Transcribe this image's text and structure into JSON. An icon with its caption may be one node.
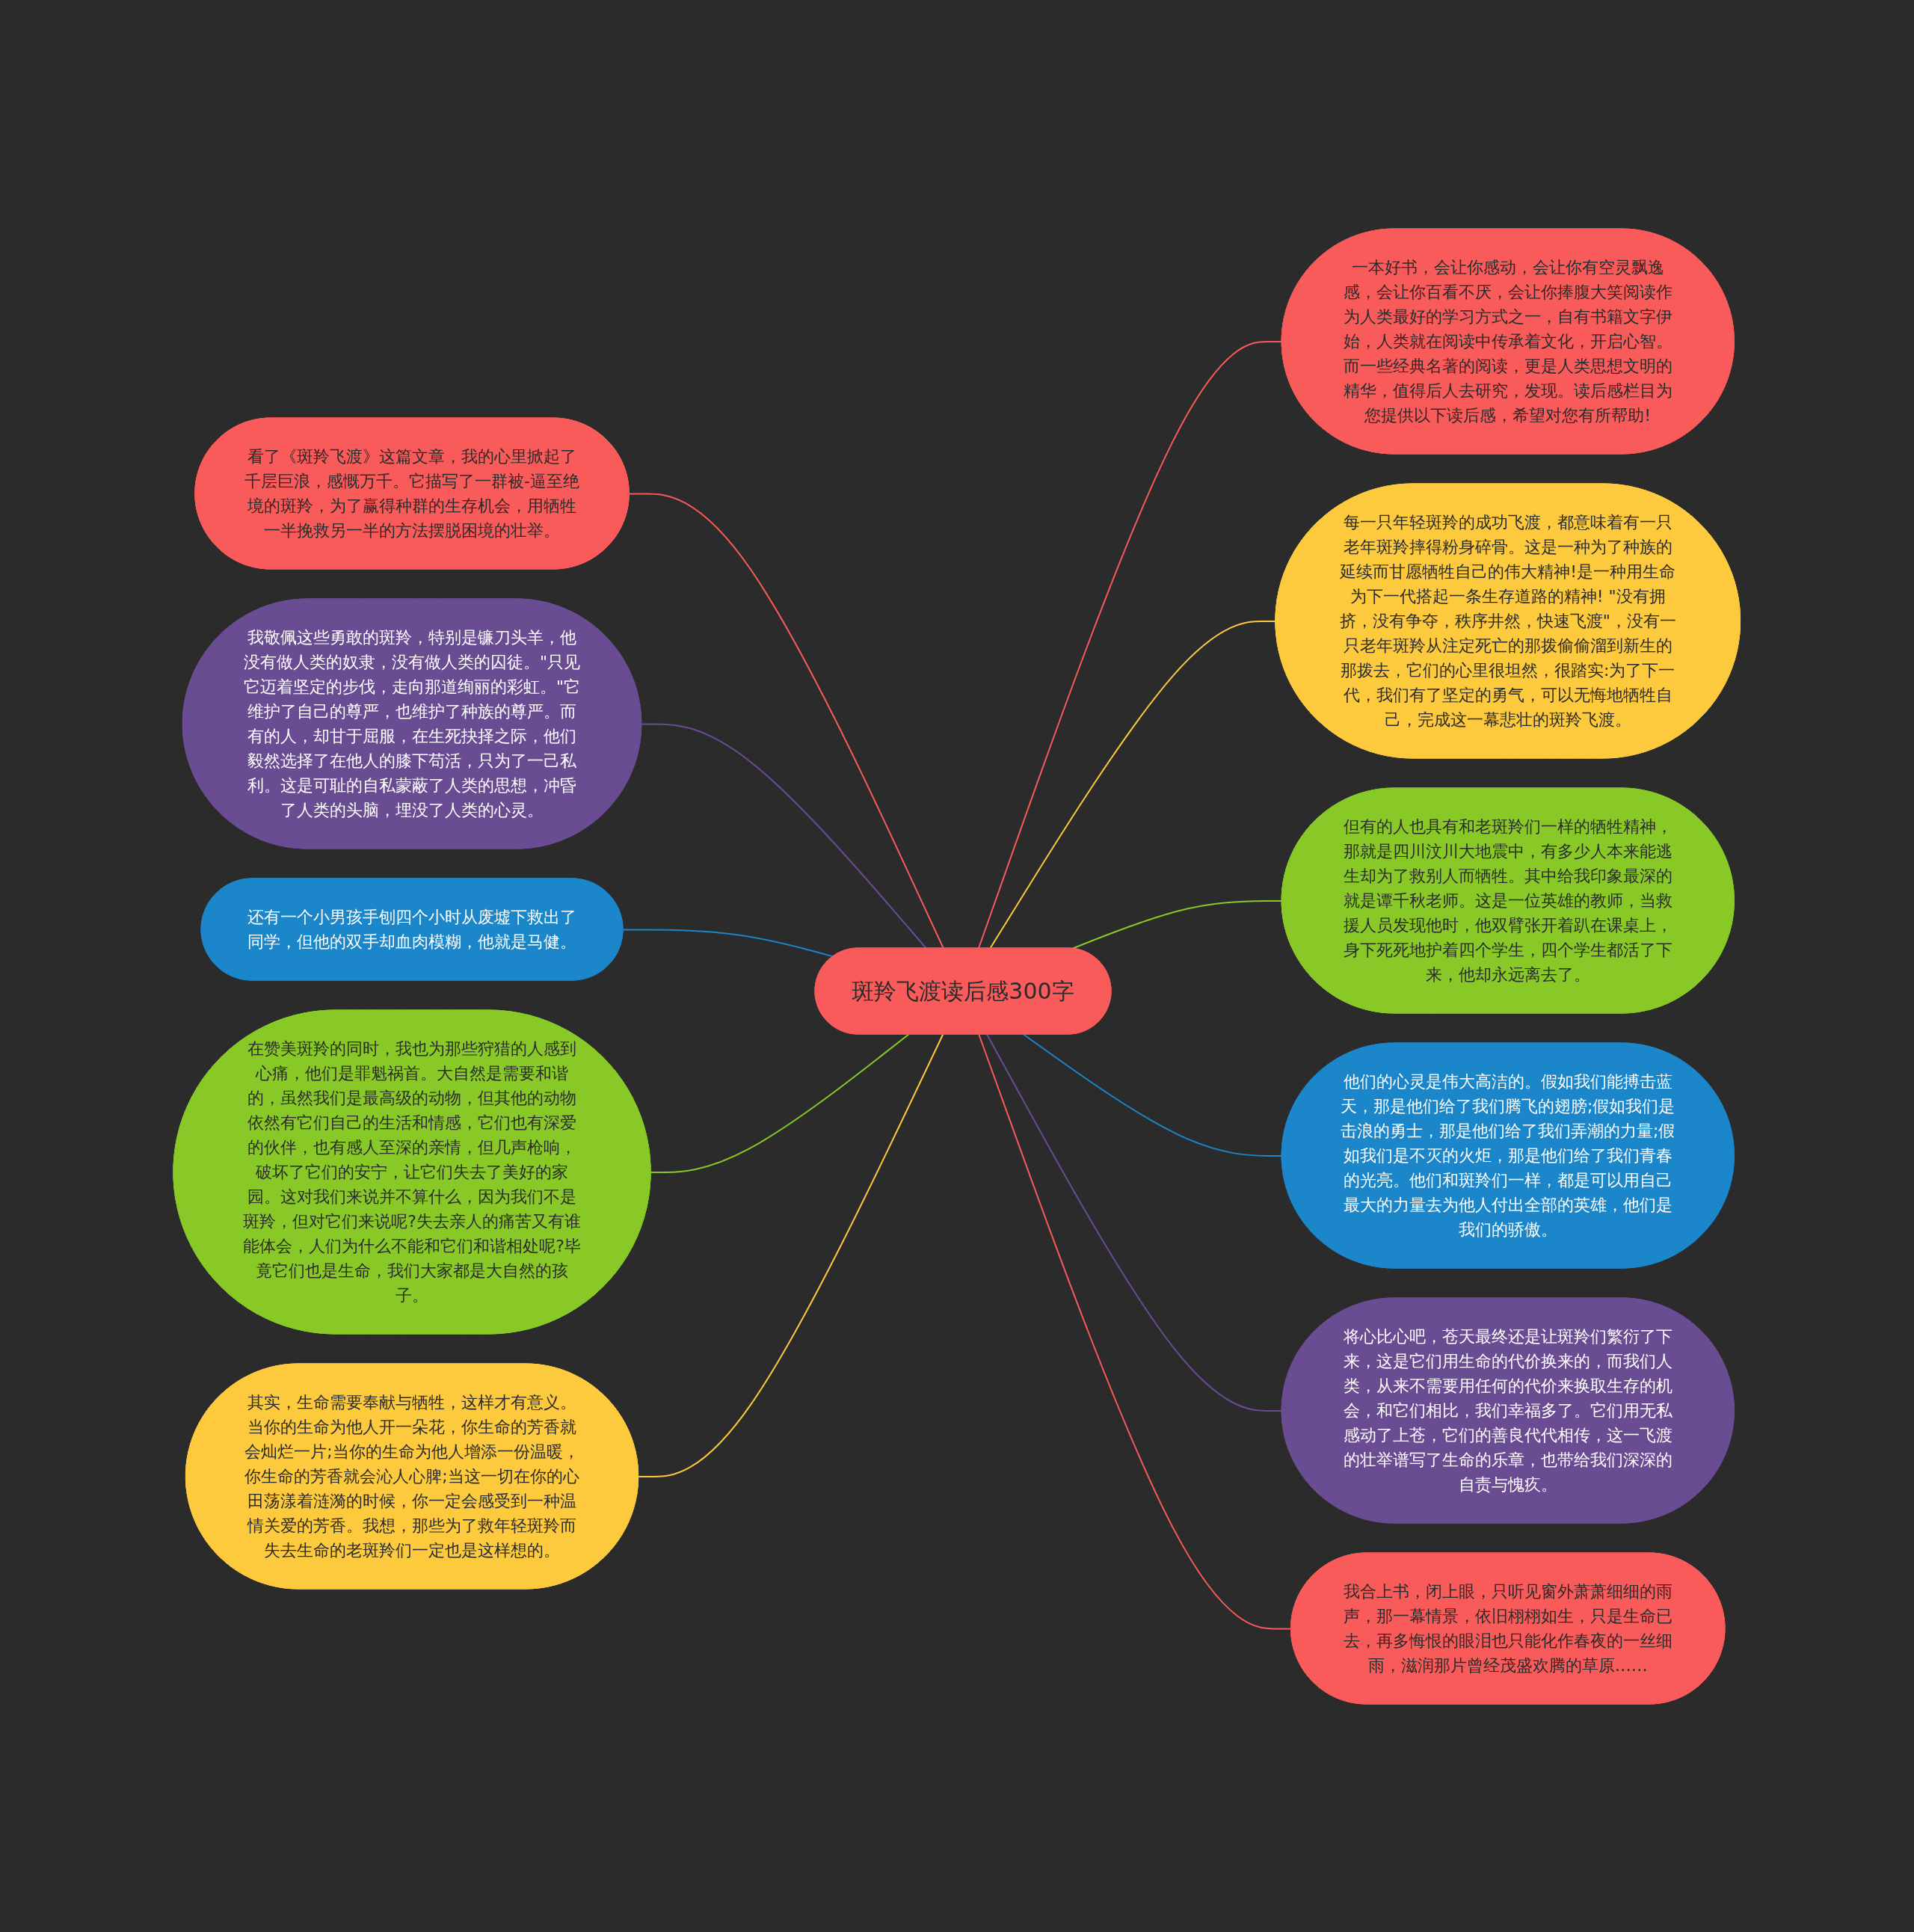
{
  "diagram": {
    "nodes": [
      {
        "text": [
          "斑羚飞渡读后感300字"
        ]
      },
      {
        "text": [
          "一本好书，会让你感动，会让你有空灵飘逸感，会让你百看不厌，会让你捧腹大笑阅读作为人类最好的学习方式之一，自有书籍文字伊始，人类就在阅读中传承着文化，开启心智。而一些经典名著的阅读，更是人类思想文明的精华，值得后人去研究，发现。读后感栏目为您提供以下读后感，希望对您有所帮助!"
        ]
      },
      {
        "text": [
          "每一只年轻斑羚的成功飞渡，都意味着有一只老年斑羚摔得粉身碎骨。这是一种为了种族的延续而甘愿牺牲自己的伟大精神!是一种用生命为下一代搭起一条生存道路的精神! \"没有拥挤，没有争夺，秩序井然，快速飞渡\"，没有一只老年斑羚从注定死亡的那拨偷偷溜到新生的那拨去，它们的心里很坦然，很踏实:为了下一代，我们有了坚定的勇气，可以无悔地牺牲自己，完成这一幕悲壮的斑羚飞渡。"
        ]
      },
      {
        "text": [
          "但有的人也具有和老斑羚们一样的牺牲精神，那就是四川汶川大地震中，有多少人本来能逃生却为了救别人而牺牲。其中给我印象最深的就是谭千秋老师。这是一位英雄的教师，当救援人员发现他时，他双臂张开着趴在课桌上，身下死死地护着四个学生，四个学生都活了下来，他却永远离去了。"
        ]
      },
      {
        "text": [
          "他们的心灵是伟大高洁的。假如我们能搏击蓝天，那是他们给了我们腾飞的翅膀;假如我们是击浪的勇士，那是他们给了我们弄潮的力量;假如我们是不灭的火炬，那是他们给了我们青春的光亮。他们和斑羚们一样，都是可以用自己最大的力量去为他人付出全部的英雄，他们是我们的骄傲。"
        ]
      },
      {
        "text": [
          "将心比心吧，苍天最终还是让斑羚们繁衍了下来，这是它们用生命的代价换来的，而我们人类，从来不需要用任何的代价来换取生存的机会，和它们相比，我们幸福多了。它们用无私感动了上苍，它们的善良代代相传，这一飞渡的壮举谱写了生命的乐章，也带给我们深深的自责与愧疚。"
        ]
      },
      {
        "text": [
          "我合上书，闭上眼，只听见窗外萧萧细细的雨声，那一幕情景，依旧栩栩如生，只是生命已去，再多悔恨的眼泪也只能化作春夜的一丝细雨，滋润那片曾经茂盛欢腾的草原……"
        ]
      },
      {
        "text": [
          "看了《斑羚飞渡》这篇文章，我的心里掀起了千层巨浪，感慨万千。它描写了一群被-逼至绝境的斑羚，为了赢得种群的生存机会，用牺牲一半挽救另一半的方法摆脱困境的壮举。"
        ]
      },
      {
        "text": [
          "我敬佩这些勇敢的斑羚，特别是镰刀头羊，他没有做人类的奴隶，没有做人类的囚徒。\"只见它迈着坚定的步伐，走向那道绚丽的彩虹。\"它维护了自己的尊严，也维护了种族的尊严。而有的人，却甘于屈服，在生死抉择之际，他们毅然选择了在他人的膝下苟活，只为了一己私利。这是可耻的自私蒙蔽了人类的思想，冲昏了人类的头脑，埋没了人类的心灵。"
        ]
      },
      {
        "text": [
          "还有一个小男孩手刨四个小时从废墟下救出了同学，但他的双手却血肉模糊，他就是马健。"
        ]
      },
      {
        "text": [
          "在赞美斑羚的同时，我也为那些狩猎的人感到心痛，他们是罪魁祸首。大自然是需要和谐的，虽然我们是最高级的动物，但其他的动物依然有它们自己的生活和情感，它们也有深爱的伙伴，也有感人至深的亲情，但几声枪响，破坏了它们的安宁，让它们失去了美好的家园。这对我们来说并不算什么，因为我们不是斑羚，但对它们来说呢?失去亲人的痛苦又有谁能体会，人们为什么不能和它们和谐相处呢?毕竟它们也是生命，我们大家都是大自然的孩子。"
        ]
      },
      {
        "text": [
          "其实，生命需要奉献与牺牲，这样才有意义。当你的生命为他人开一朵花，你生命的芳香就会灿烂一片;当你的生命为他人增添一份温暖，你生命的芳香就会沁人心脾;当这一切在你的心田荡漾着涟漪的时候，你一定会感受到一种温情关爱的芳香。我想，那些为了救年轻斑羚而失去生命的老斑羚们一定也是这样想的。"
        ]
      }
    ],
    "edges": [
      {
        "from": 0,
        "to": 1,
        "arrow": "none",
        "color": "#f95a5a"
      },
      {
        "from": 0,
        "to": 2,
        "arrow": "none",
        "color": "#fcca3c"
      },
      {
        "from": 0,
        "to": 3,
        "arrow": "none",
        "color": "#88c927"
      },
      {
        "from": 0,
        "to": 4,
        "arrow": "none",
        "color": "#1b86c9"
      },
      {
        "from": 0,
        "to": 5,
        "arrow": "none",
        "color": "#6a4c93"
      },
      {
        "from": 0,
        "to": 6,
        "arrow": "none",
        "color": "#f95a5a"
      },
      {
        "from": 0,
        "to": 7,
        "arrow": "none",
        "color": "#f95a5a"
      },
      {
        "from": 0,
        "to": 8,
        "arrow": "none",
        "color": "#6a4c93"
      },
      {
        "from": 0,
        "to": 9,
        "arrow": "none",
        "color": "#1b86c9"
      },
      {
        "from": 0,
        "to": 10,
        "arrow": "none",
        "color": "#88c927"
      },
      {
        "from": 0,
        "to": 11,
        "arrow": "none",
        "color": "#fcca3c"
      }
    ]
  }
}
